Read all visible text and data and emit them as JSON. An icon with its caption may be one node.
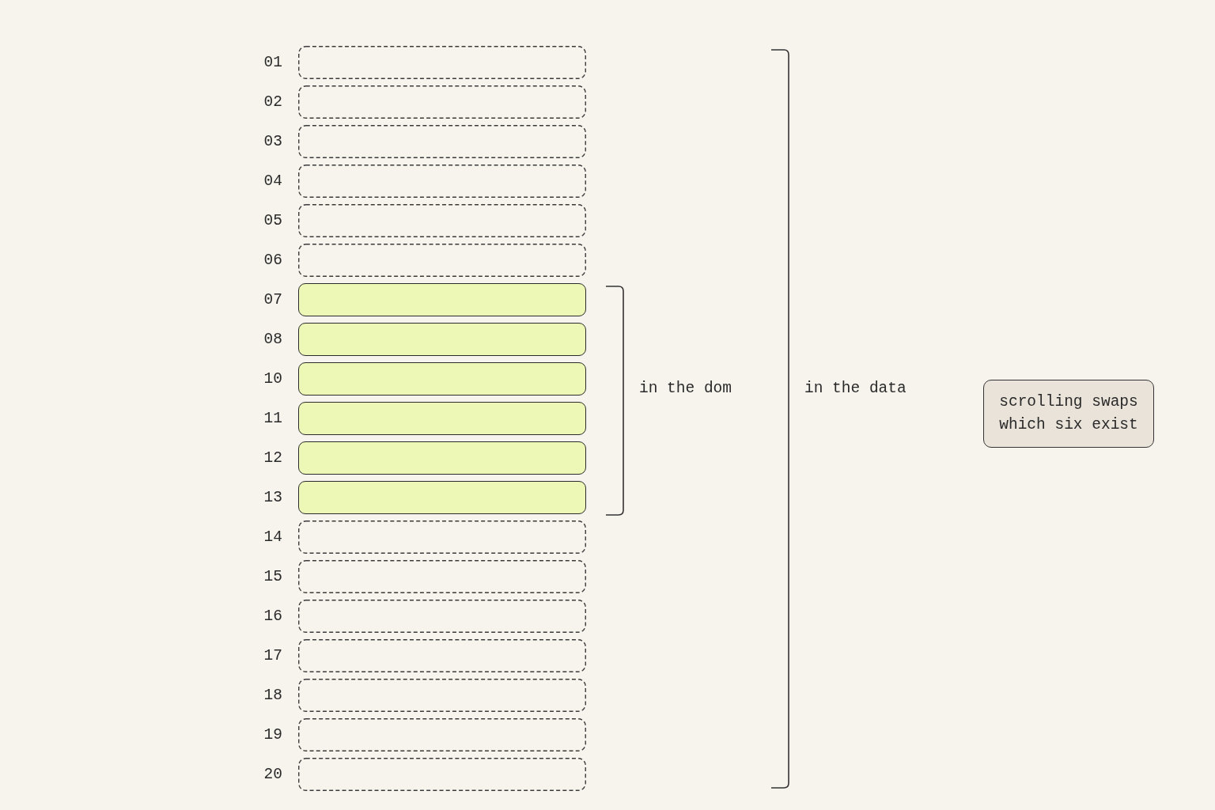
{
  "diagram": {
    "nodes": [
      {
        "text": [],
        "shape": "box",
        "beside": [
          "01"
        ]
      },
      {
        "text": [],
        "shape": "box",
        "beside": [
          "02"
        ]
      },
      {
        "text": [],
        "shape": "box",
        "beside": [
          "03"
        ]
      },
      {
        "text": [],
        "shape": "box",
        "beside": [
          "04"
        ]
      },
      {
        "text": [],
        "shape": "box",
        "beside": [
          "05"
        ]
      },
      {
        "text": [],
        "shape": "box",
        "beside": [
          "06"
        ]
      },
      {
        "text": [],
        "shape": "box",
        "beside": [
          "07"
        ]
      },
      {
        "text": [],
        "shape": "box",
        "beside": [
          "08"
        ]
      },
      {
        "text": [],
        "shape": "box",
        "beside": [
          "10"
        ]
      },
      {
        "text": [],
        "shape": "box",
        "beside": [
          "11"
        ]
      },
      {
        "text": [],
        "shape": "box",
        "beside": [
          "12"
        ]
      },
      {
        "text": [],
        "shape": "box",
        "beside": [
          "13"
        ]
      },
      {
        "text": [],
        "shape": "box",
        "beside": [
          "14"
        ]
      },
      {
        "text": [],
        "shape": "box",
        "beside": [
          "15"
        ]
      },
      {
        "text": [],
        "shape": "box",
        "beside": [
          "16"
        ]
      },
      {
        "text": [],
        "shape": "box",
        "beside": [
          "17"
        ]
      },
      {
        "text": [],
        "shape": "box",
        "beside": [
          "18"
        ]
      },
      {
        "text": [],
        "shape": "box",
        "beside": [
          "19"
        ]
      },
      {
        "text": [],
        "shape": "box",
        "beside": [
          "20"
        ]
      },
      {
        "text": [
          "scrolling swaps which six exist"
        ]
      }
    ],
    "labels": [
      "in the dom",
      "in the data"
    ]
  }
}
